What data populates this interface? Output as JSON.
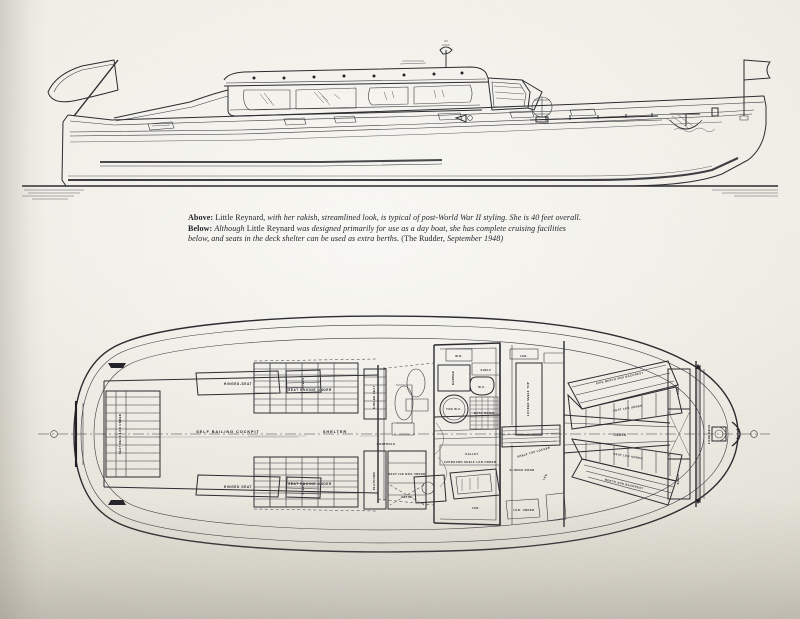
{
  "page": {
    "background_color": "#e9e7df",
    "ink_color": "#2b2b30"
  },
  "caption": {
    "lead_above": "Above:",
    "text_above_1": "Little Reynard,",
    "text_above_2": "with her rakish, streamlined look, is typical of post-World War II styling. She is 40 feet overall.",
    "lead_below": "Below:",
    "text_below_1": "Although",
    "text_below_2": "Little Reynard",
    "text_below_3": "was designed primarily for use as a day boat, she has complete cruising facilities below, and seats in the deck shelter can be used as extra berths.",
    "source_open": "(The Rudder,",
    "source_month": "September",
    "source_year": "1948)"
  },
  "figures": {
    "profile": {
      "name": "Little Reynard outboard profile",
      "elements": [
        "ensign-staff-flag-stern",
        "deck-shelter-windows",
        "windshield",
        "searchlight",
        "mast-light",
        "foredeck-hatch",
        "anchor-on-bow",
        "bow-staff-flag",
        "waterline",
        "rub-rail",
        "sheer-stripe"
      ]
    },
    "plan": {
      "name": "Little Reynard deck and accommodation plan",
      "labels": [
        {
          "id": "seat-deck-lkr-under-port",
          "text": "SEAT DECK LKR UNDER"
        },
        {
          "id": "hinged-seat-upper",
          "text": "HINGED-SEAT"
        },
        {
          "id": "steps-upper",
          "text": "STEPS"
        },
        {
          "id": "hinged-seat-lower",
          "text": "HINGED SEAT"
        },
        {
          "id": "steps-lower",
          "text": "STEPS"
        },
        {
          "id": "self-bailing-cockpit",
          "text": "SELF BAILING COCKPIT"
        },
        {
          "id": "seat-engine-under-upper",
          "text": "SEAT ENGINE UNDER"
        },
        {
          "id": "seat-engine-under-lower",
          "text": "SEAT ENGINE UNDER"
        },
        {
          "id": "shelter",
          "text": "SHELTER"
        },
        {
          "id": "hinged-seat-shelter",
          "text": "HINGED SEAT"
        },
        {
          "id": "controls",
          "text": "CONTROLS"
        },
        {
          "id": "platform",
          "text": "PLATFORM"
        },
        {
          "id": "seat-ice-box-under",
          "text": "SEAT ICE BOX UNDER"
        },
        {
          "id": "hatch",
          "text": "HATCH"
        },
        {
          "id": "wr",
          "text": "W.R."
        },
        {
          "id": "lkr-top-1",
          "text": "LKR."
        },
        {
          "id": "hamper",
          "text": "HAMPER"
        },
        {
          "id": "shelf-bath",
          "text": "SHELF"
        },
        {
          "id": "wc",
          "text": "W.C."
        },
        {
          "id": "tub-wc",
          "text": "TUB W.C."
        },
        {
          "id": "bath-room",
          "text": "BATH ROOM"
        },
        {
          "id": "locker-shelf-top",
          "text": "LOCKER SHELF TOP"
        },
        {
          "id": "galley",
          "text": "GALLEY"
        },
        {
          "id": "cupboard-shelf-lkr-under",
          "text": "CUPBOARD SHELF LKR UNDER"
        },
        {
          "id": "lkr-galley",
          "text": "LKR."
        },
        {
          "id": "shelf-top-locker",
          "text": "SHELF TOP LOCKER"
        },
        {
          "id": "lkr-lower",
          "text": "LKR."
        },
        {
          "id": "sliding-door",
          "text": "SLIDING DOOR"
        },
        {
          "id": "lkr-under-stair",
          "text": "LKR. UNDER"
        },
        {
          "id": "cabin",
          "text": "CABIN"
        },
        {
          "id": "pipe-berth-and-backrest",
          "text": "PIPE BERTH AND BACKREST"
        },
        {
          "id": "seat-lkr-under-upper",
          "text": "SEAT LKR UNDER"
        },
        {
          "id": "seat-lkr-under-lower",
          "text": "SEAT LKR UNDER"
        },
        {
          "id": "berth-and-backrest",
          "text": "BERTH AND BACKREST"
        },
        {
          "id": "shelf-upper",
          "text": "SHELF"
        },
        {
          "id": "shelf-lower",
          "text": "SHELF"
        },
        {
          "id": "fore-deck",
          "text": "FORE DECK"
        }
      ]
    }
  }
}
